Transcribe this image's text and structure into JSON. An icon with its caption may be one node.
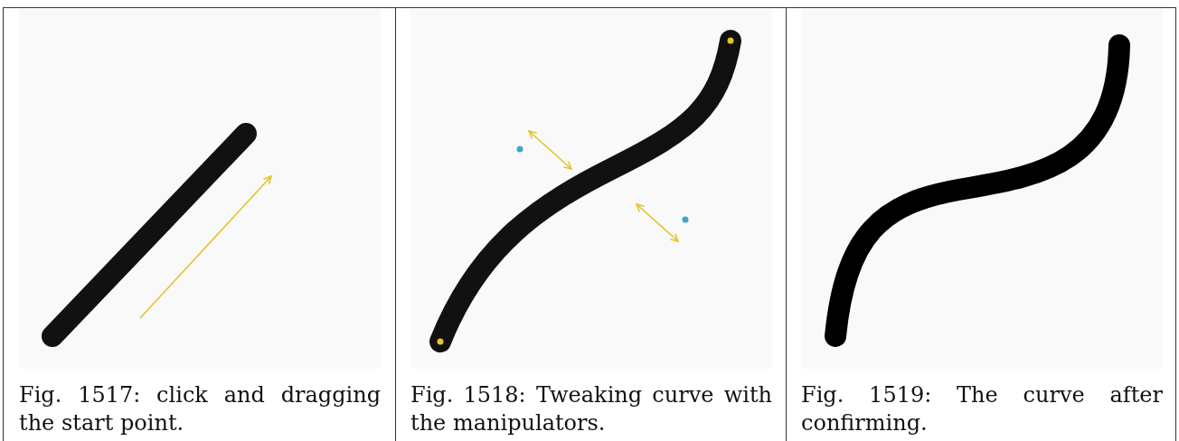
{
  "diagram": {
    "labels": [
      "Fig. 1517: click and dragging the start point.",
      "Fig. 1518: Tweaking curve with the manipulators.",
      "Fig. 1519: The curve after confirming."
    ]
  }
}
